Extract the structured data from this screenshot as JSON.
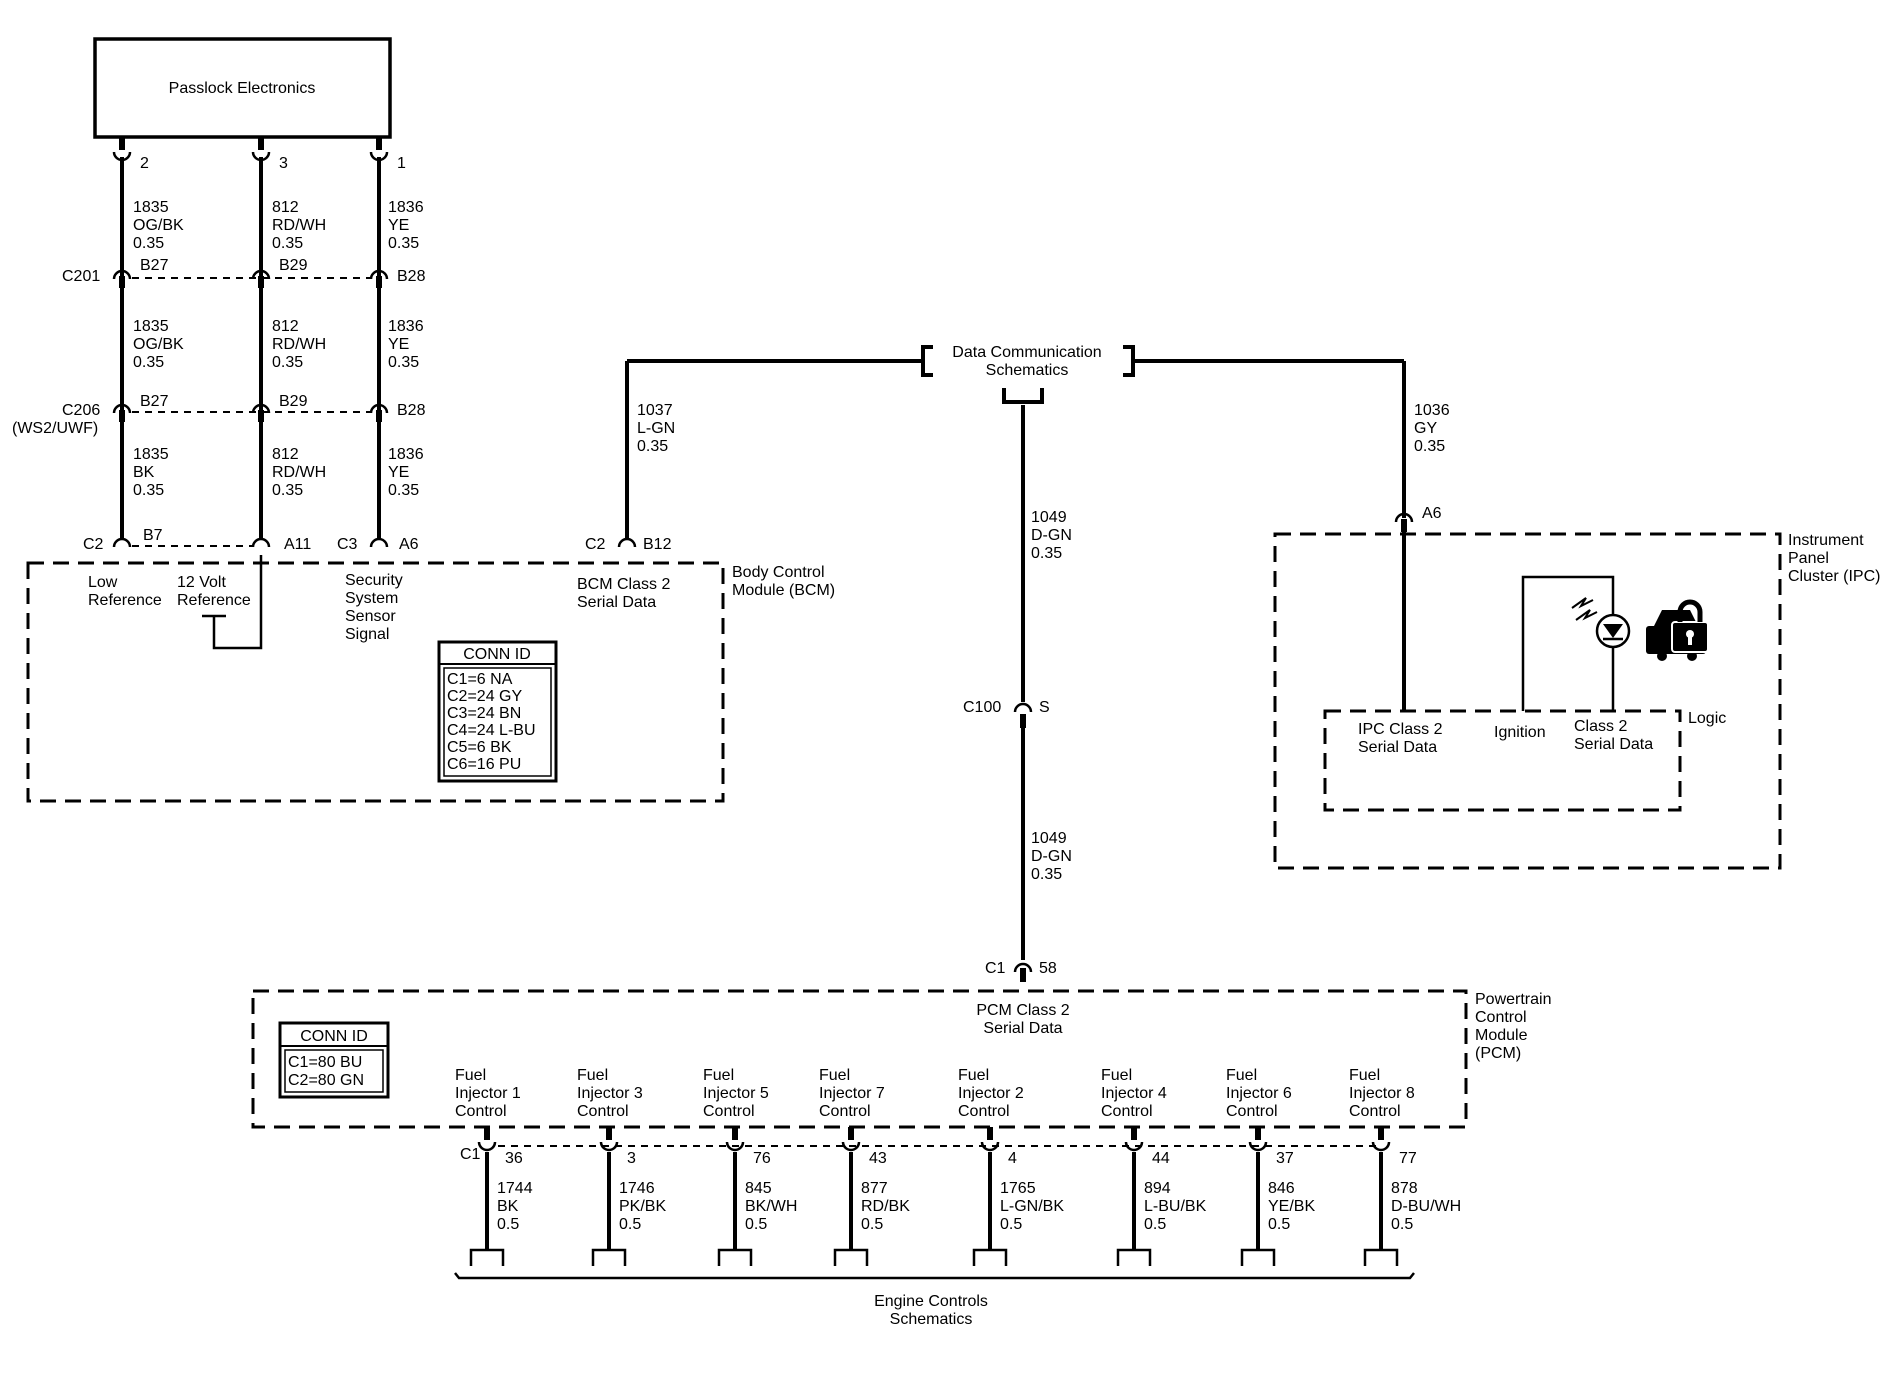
{
  "passlock": {
    "title": "Passlock Electronics",
    "pins": [
      "2",
      "3",
      "1"
    ]
  },
  "wires": {
    "seg1": [
      {
        "circuit": "1835",
        "color": "OG/BK",
        "size": "0.35"
      },
      {
        "circuit": "812",
        "color": "RD/WH",
        "size": "0.35"
      },
      {
        "circuit": "1836",
        "color": "YE",
        "size": "0.35"
      }
    ],
    "seg2": [
      {
        "circuit": "1835",
        "color": "OG/BK",
        "size": "0.35"
      },
      {
        "circuit": "812",
        "color": "RD/WH",
        "size": "0.35"
      },
      {
        "circuit": "1836",
        "color": "YE",
        "size": "0.35"
      }
    ],
    "seg3": [
      {
        "circuit": "1835",
        "color": "BK",
        "size": "0.35"
      },
      {
        "circuit": "812",
        "color": "RD/WH",
        "size": "0.35"
      },
      {
        "circuit": "1836",
        "color": "YE",
        "size": "0.35"
      }
    ],
    "bcm_data": {
      "circuit": "1037",
      "color": "L-GN",
      "size": "0.35"
    },
    "ipc_data": {
      "circuit": "1036",
      "color": "GY",
      "size": "0.35"
    },
    "dgn_upper": {
      "circuit": "1049",
      "color": "D-GN",
      "size": "0.35"
    },
    "dgn_lower": {
      "circuit": "1049",
      "color": "D-GN",
      "size": "0.35"
    }
  },
  "connectors": {
    "c201": {
      "name": "C201",
      "pins": [
        "B27",
        "B29",
        "B28"
      ]
    },
    "c206": {
      "name": "C206",
      "variant": "(WS2/UWF)",
      "pins": [
        "B27",
        "B29",
        "B28"
      ]
    },
    "bcm_c2": {
      "name": "C2",
      "pins": [
        "B7",
        "A11"
      ]
    },
    "bcm_c3": {
      "name": "C3",
      "pin": "A6"
    },
    "bcm_c2b": {
      "name": "C2",
      "pin": "B12"
    },
    "ipc_a6": {
      "pin": "A6"
    },
    "c100": {
      "name": "C100",
      "pin": "S"
    },
    "pcm_c1": {
      "name": "C1",
      "pin": "58"
    },
    "inj_c1": {
      "name": "C1"
    }
  },
  "data_comm": {
    "line1": "Data Communication",
    "line2": "Schematics"
  },
  "bcm": {
    "name_line1": "Body Control",
    "name_line2": "Module (BCM)",
    "low_ref": [
      "Low",
      "Reference"
    ],
    "volt12_ref": [
      "12 Volt",
      "Reference"
    ],
    "security": [
      "Security",
      "System",
      "Sensor",
      "Signal"
    ],
    "serial": [
      "BCM Class 2",
      "Serial Data"
    ],
    "conn_id": {
      "header": "CONN ID",
      "rows": [
        "C1=6 NA",
        "C2=24 GY",
        "C3=24 BN",
        "C4=24 L-BU",
        "C5=6 BK",
        "C6=16 PU"
      ]
    }
  },
  "ipc": {
    "name": [
      "Instrument",
      "Panel",
      "Cluster (IPC)"
    ],
    "logic": "Logic",
    "serial": [
      "IPC Class 2",
      "Serial Data"
    ],
    "ignition": "Ignition",
    "class2": [
      "Class 2",
      "Serial Data"
    ],
    "icons": [
      "indicator-lamp-icon",
      "padlock-icon"
    ]
  },
  "pcm": {
    "name": [
      "Powertrain",
      "Control",
      "Module",
      "(PCM)"
    ],
    "serial": [
      "PCM Class 2",
      "Serial Data"
    ],
    "conn_id": {
      "header": "CONN ID",
      "rows": [
        "C1=80 BU",
        "C2=80 GN"
      ]
    },
    "injectors": [
      {
        "label": [
          "Fuel",
          "Injector 1",
          "Control"
        ],
        "pin": "36",
        "circuit": "1744",
        "color": "BK",
        "size": "0.5"
      },
      {
        "label": [
          "Fuel",
          "Injector 3",
          "Control"
        ],
        "pin": "3",
        "circuit": "1746",
        "color": "PK/BK",
        "size": "0.5"
      },
      {
        "label": [
          "Fuel",
          "Injector 5",
          "Control"
        ],
        "pin": "76",
        "circuit": "845",
        "color": "BK/WH",
        "size": "0.5"
      },
      {
        "label": [
          "Fuel",
          "Injector 7",
          "Control"
        ],
        "pin": "43",
        "circuit": "877",
        "color": "RD/BK",
        "size": "0.5"
      },
      {
        "label": [
          "Fuel",
          "Injector 2",
          "Control"
        ],
        "pin": "4",
        "circuit": "1765",
        "color": "L-GN/BK",
        "size": "0.5"
      },
      {
        "label": [
          "Fuel",
          "Injector 4",
          "Control"
        ],
        "pin": "44",
        "circuit": "894",
        "color": "L-BU/BK",
        "size": "0.5"
      },
      {
        "label": [
          "Fuel",
          "Injector 6",
          "Control"
        ],
        "pin": "37",
        "circuit": "846",
        "color": "YE/BK",
        "size": "0.5"
      },
      {
        "label": [
          "Fuel",
          "Injector 8",
          "Control"
        ],
        "pin": "77",
        "circuit": "878",
        "color": "D-BU/WH",
        "size": "0.5"
      }
    ]
  },
  "engine_controls": {
    "line1": "Engine Controls",
    "line2": "Schematics"
  }
}
